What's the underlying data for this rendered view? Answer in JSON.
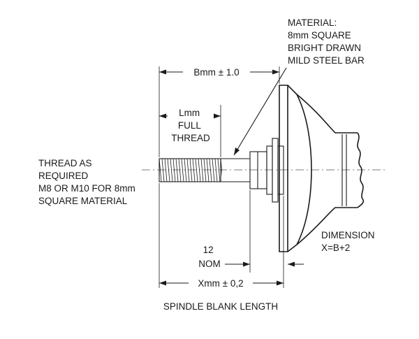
{
  "labels": {
    "material": [
      "MATERIAL:",
      "8mm SQUARE",
      "BRIGHT DRAWN",
      "MILD STEEL BAR"
    ],
    "b_dim": "Bmm ± 1.0",
    "l_dim": [
      "Lmm",
      "FULL",
      "THREAD"
    ],
    "thread": [
      "THREAD AS",
      "REQUIRED",
      "M8 OR M10 FOR 8mm",
      "SQUARE MATERIAL"
    ],
    "dimension_x": [
      "DIMENSION",
      "X=B+2"
    ],
    "nom": [
      "12",
      "NOM"
    ],
    "x_dim": "Xmm ± 0,2",
    "caption": "SPINDLE BLANK LENGTH"
  }
}
